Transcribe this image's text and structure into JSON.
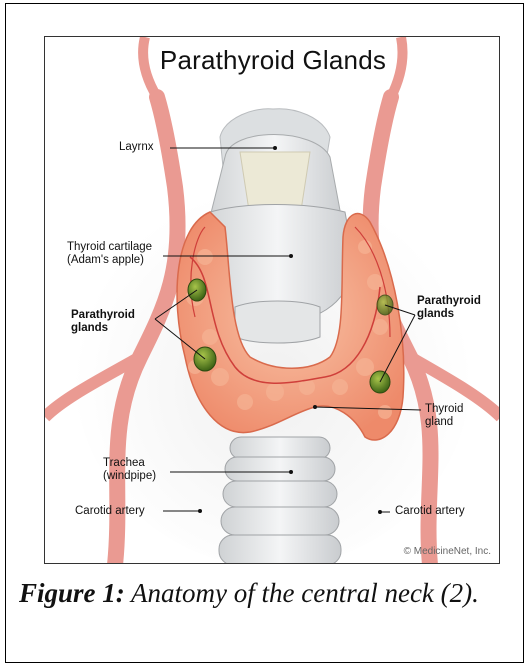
{
  "figure": {
    "title": "Parathyroid Glands",
    "copyright": "© MedicineNet, Inc."
  },
  "labels": {
    "larynx": "Layrnx",
    "thyroid_cartilage": "Thyroid cartilage\n(Adam's apple)",
    "parathyroid_left": "Parathyroid\nglands",
    "parathyroid_right": "Parathyroid\nglands",
    "thyroid_gland": "Thyroid\ngland",
    "trachea": "Trachea\n(windpipe)",
    "carotid_left": "Carotid artery",
    "carotid_right": "Carotid artery"
  },
  "caption": {
    "prefix": "Figure 1:",
    "text": " Anatomy of the central neck (2)."
  },
  "colors": {
    "thyroid": "#f29a7a",
    "artery": "#e98f88",
    "cartilage": "#e7e9ea",
    "parathyroid": "#4f7a1f"
  }
}
